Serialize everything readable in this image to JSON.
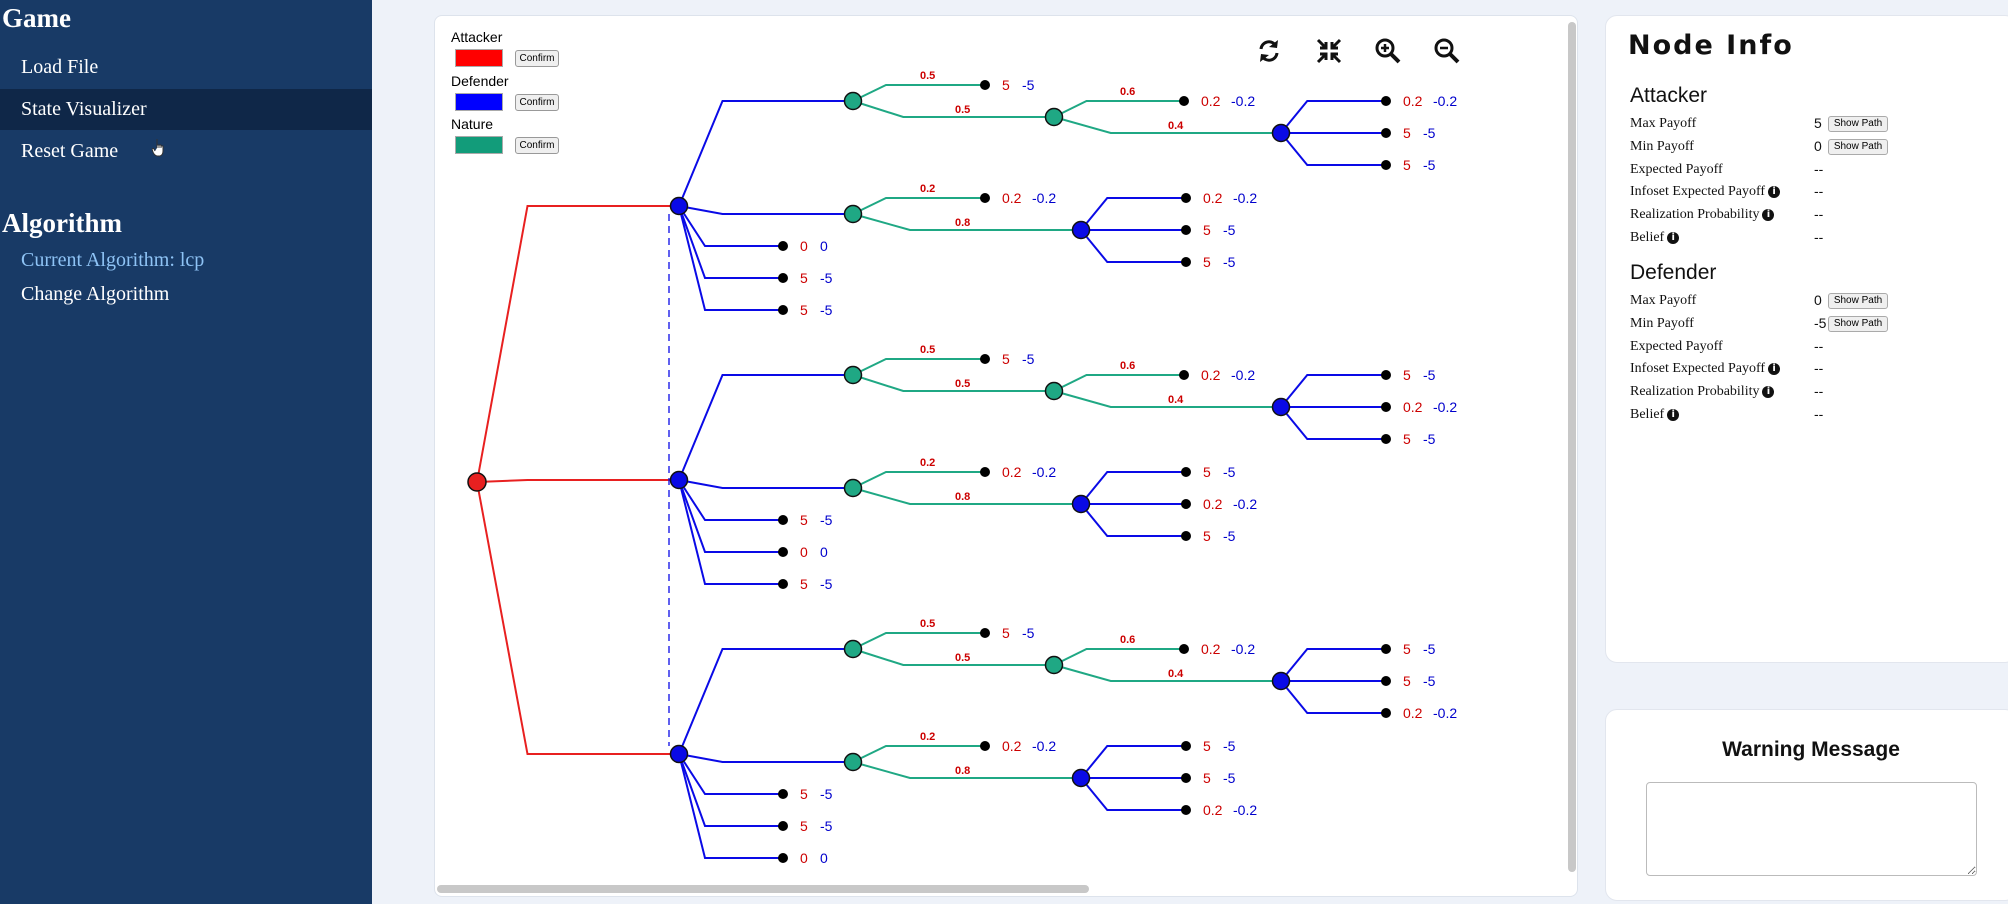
{
  "sidebar": {
    "game_heading": "Game",
    "items": [
      {
        "label": "Load File"
      },
      {
        "label": "State Visualizer"
      },
      {
        "label": "Reset Game"
      }
    ],
    "algorithm_heading": "Algorithm",
    "current_algorithm": "Current Algorithm: lcp",
    "change_algorithm": "Change Algorithm"
  },
  "legend": [
    {
      "label": "Attacker",
      "color": "#ff0000",
      "button": "Confirm"
    },
    {
      "label": "Defender",
      "color": "#0000ff",
      "button": "Confirm"
    },
    {
      "label": "Nature",
      "color": "#129c7a",
      "button": "Confirm"
    }
  ],
  "toolbar": {
    "icons": [
      "refresh-icon",
      "collapse-icon",
      "zoom-in-icon",
      "zoom-out-icon"
    ]
  },
  "tree_colors": {
    "attacker": "#e82020",
    "defender": "#0a0ae6",
    "nature": "#1fa884",
    "leaf": "#000000",
    "payoff_attacker": "#cc0000",
    "payoff_defender": "#0000cc",
    "prob": "#cc0000"
  },
  "tree": {
    "blocks": [
      {
        "top_chance": {
          "probs": [
            "0.5",
            "0.5"
          ],
          "leaf": [
            "5",
            "-5"
          ],
          "inner_probs": [
            "0.6",
            "0.4"
          ],
          "inner_leaf": [
            "0.2",
            "-0.2"
          ],
          "defender_leaves": [
            [
              "0.2",
              "-0.2"
            ],
            [
              "5",
              "-5"
            ],
            [
              "5",
              "-5"
            ]
          ]
        },
        "bottom_chance": {
          "probs": [
            "0.2",
            "0.8"
          ],
          "leaf": [
            "0.2",
            "-0.2"
          ],
          "defender_leaves": [
            [
              "0.2",
              "-0.2"
            ],
            [
              "5",
              "-5"
            ],
            [
              "5",
              "-5"
            ]
          ]
        },
        "direct_leaves": [
          [
            "0",
            "0"
          ],
          [
            "5",
            "-5"
          ],
          [
            "5",
            "-5"
          ]
        ]
      },
      {
        "top_chance": {
          "probs": [
            "0.5",
            "0.5"
          ],
          "leaf": [
            "5",
            "-5"
          ],
          "inner_probs": [
            "0.6",
            "0.4"
          ],
          "inner_leaf": [
            "0.2",
            "-0.2"
          ],
          "defender_leaves": [
            [
              "5",
              "-5"
            ],
            [
              "0.2",
              "-0.2"
            ],
            [
              "5",
              "-5"
            ]
          ]
        },
        "bottom_chance": {
          "probs": [
            "0.2",
            "0.8"
          ],
          "leaf": [
            "0.2",
            "-0.2"
          ],
          "defender_leaves": [
            [
              "5",
              "-5"
            ],
            [
              "0.2",
              "-0.2"
            ],
            [
              "5",
              "-5"
            ]
          ]
        },
        "direct_leaves": [
          [
            "5",
            "-5"
          ],
          [
            "0",
            "0"
          ],
          [
            "5",
            "-5"
          ]
        ]
      },
      {
        "top_chance": {
          "probs": [
            "0.5",
            "0.5"
          ],
          "leaf": [
            "5",
            "-5"
          ],
          "inner_probs": [
            "0.6",
            "0.4"
          ],
          "inner_leaf": [
            "0.2",
            "-0.2"
          ],
          "defender_leaves": [
            [
              "5",
              "-5"
            ],
            [
              "5",
              "-5"
            ],
            [
              "0.2",
              "-0.2"
            ]
          ]
        },
        "bottom_chance": {
          "probs": [
            "0.2",
            "0.8"
          ],
          "leaf": [
            "0.2",
            "-0.2"
          ],
          "defender_leaves": [
            [
              "5",
              "-5"
            ],
            [
              "5",
              "-5"
            ],
            [
              "0.2",
              "-0.2"
            ]
          ]
        },
        "direct_leaves": [
          [
            "5",
            "-5"
          ],
          [
            "5",
            "-5"
          ],
          [
            "0",
            "0"
          ]
        ]
      }
    ]
  },
  "node_info": {
    "title": "Node Info",
    "attacker": {
      "heading": "Attacker",
      "max_payoff_label": "Max Payoff",
      "max_payoff": "5",
      "min_payoff_label": "Min Payoff",
      "min_payoff": "0",
      "expected_label": "Expected Payoff",
      "expected": "--",
      "infoset_label": "Infoset Expected Payoff",
      "infoset": "--",
      "realization_label": "Realization Probability",
      "realization": "--",
      "belief_label": "Belief",
      "belief": "--"
    },
    "defender": {
      "heading": "Defender",
      "max_payoff_label": "Max Payoff",
      "max_payoff": "0",
      "min_payoff_label": "Min Payoff",
      "min_payoff": "-5",
      "expected_label": "Expected Payoff",
      "expected": "--",
      "infoset_label": "Infoset Expected Payoff",
      "infoset": "--",
      "realization_label": "Realization Probability",
      "realization": "--",
      "belief_label": "Belief",
      "belief": "--"
    },
    "show_path": "Show Path",
    "info_glyph": "i"
  },
  "warning": {
    "title": "Warning Message",
    "text": ""
  }
}
